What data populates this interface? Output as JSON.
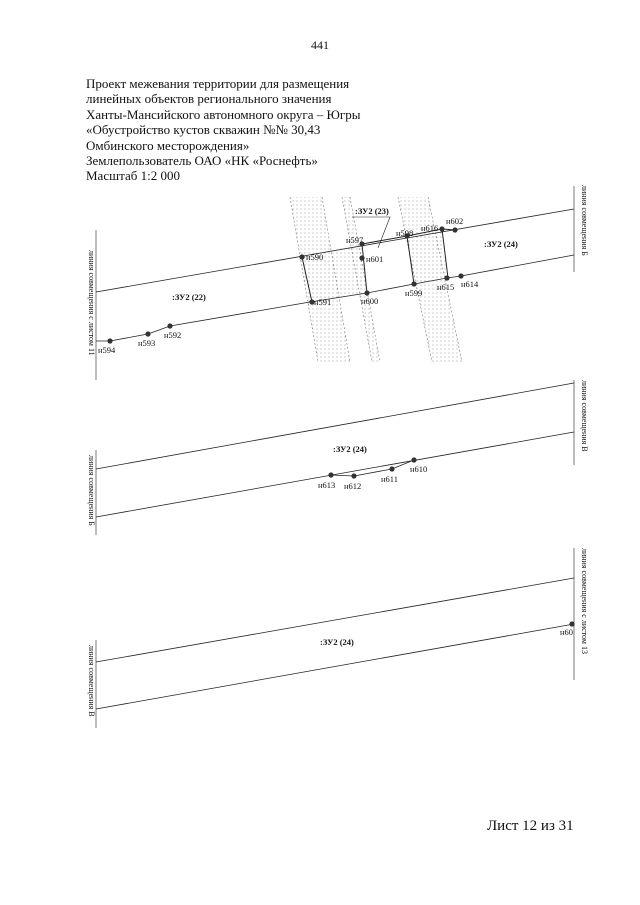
{
  "page_number": "441",
  "header_lines": [
    "Проект межевания территории для размещения",
    "линейных объектов регионального значения",
    "Ханты-Мансийского автономного округа – Югры",
    "«Обустройство кустов скважин №№ 30,43",
    "Омбинского месторождения»",
    "Землепользователь ОАО «НК «Роснефть»",
    "Масштаб 1:2 000"
  ],
  "footer": "Лист 12 из 31",
  "parcels": {
    "zu2_22": ":ЗУ2 (22)",
    "zu2_23": ":ЗУ2 (23)",
    "zu2_24_top": ":ЗУ2 (24)",
    "zu2_24_mid": ":ЗУ2 (24)",
    "zu2_24_bot": ":ЗУ2 (24)"
  },
  "side_labels": {
    "top_left": "линия совмещения с листом 11",
    "top_right": "линия совмещения Б",
    "mid_left": "линия совмещения Б",
    "mid_right": "линия совмещения В",
    "bot_left": "линия совмещения В",
    "bot_right": "линия совмещения с листом 13"
  },
  "points": {
    "p594": "н594",
    "p593": "н593",
    "p592": "н592",
    "p590": "н590",
    "p591": "н591",
    "p597": "н597",
    "p601": "н601",
    "p600": "н600",
    "p598": "н598",
    "p616": "н616",
    "p602": "н602",
    "p599": "н599",
    "p615": "н615",
    "p614": "н614",
    "p613": "н613",
    "p612": "н612",
    "p611": "н611",
    "p610": "н610",
    "p60x": "н60"
  },
  "colors": {
    "line": "#222222",
    "point": "#333333",
    "stipple": "#999999"
  }
}
